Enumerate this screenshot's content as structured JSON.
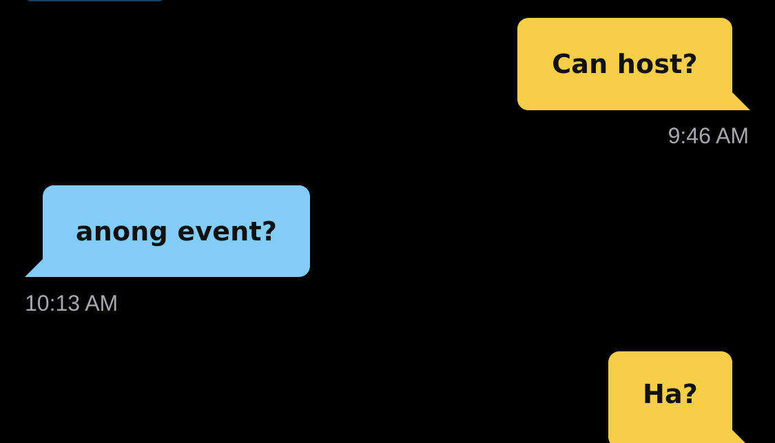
{
  "conversation": {
    "messages": [
      {
        "direction": "outgoing",
        "text": "Can host?",
        "time": "9:46 AM"
      },
      {
        "direction": "incoming",
        "text": "anong event?",
        "time": "10:13 AM"
      },
      {
        "direction": "outgoing",
        "text": "Ha?",
        "time": ""
      }
    ]
  },
  "colors": {
    "background": "#000000",
    "outgoing_bubble": "#f6ce47",
    "incoming_bubble": "#82cdf7",
    "timestamp_text": "#a7a7ad",
    "bubble_text": "#101010"
  }
}
